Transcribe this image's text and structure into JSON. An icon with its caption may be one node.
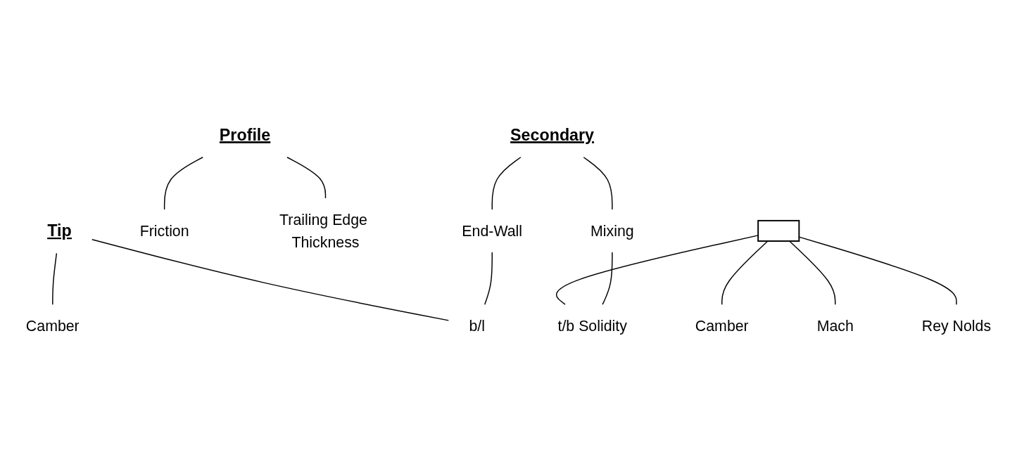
{
  "diagram": {
    "nodes": [
      {
        "text": [
          "Profile"
        ]
      },
      {
        "text": [
          "Secondary"
        ]
      },
      {
        "text": [
          "Tip"
        ]
      },
      {
        "text": [
          "Friction"
        ]
      },
      {
        "text": [
          "Trailing Edge Thickness"
        ]
      },
      {
        "text": [
          "End-Wall"
        ]
      },
      {
        "text": [
          "Mixing"
        ]
      },
      {
        "text": [
          "Camber"
        ]
      },
      {
        "text": [],
        "shape": "box"
      },
      {
        "text": [
          "Rey Nolds"
        ]
      },
      {
        "text": [
          "Mach"
        ]
      },
      {
        "text": [
          "t/b Solidity"
        ]
      },
      {
        "text": [
          "Camber"
        ]
      },
      {
        "text": [
          "b/l"
        ]
      }
    ],
    "edges": [
      {
        "from": 0,
        "to": 3,
        "arrow": "none"
      },
      {
        "from": 0,
        "to": 4,
        "arrow": "none"
      },
      {
        "from": 1,
        "to": 5,
        "arrow": "none"
      },
      {
        "from": 1,
        "to": 6,
        "arrow": "none"
      },
      {
        "from": 2,
        "to": 13,
        "arrow": "none"
      },
      {
        "from": 2,
        "to": 7,
        "arrow": "none"
      },
      {
        "from": 8,
        "to": 9,
        "arrow": "none"
      },
      {
        "from": 8,
        "to": 10,
        "arrow": "none"
      },
      {
        "from": 8,
        "to": 11,
        "arrow": "none"
      },
      {
        "from": 8,
        "to": 12,
        "arrow": "none"
      },
      {
        "from": 6,
        "to": 11,
        "arrow": "none"
      },
      {
        "from": 5,
        "to": 13,
        "arrow": "none"
      }
    ]
  }
}
